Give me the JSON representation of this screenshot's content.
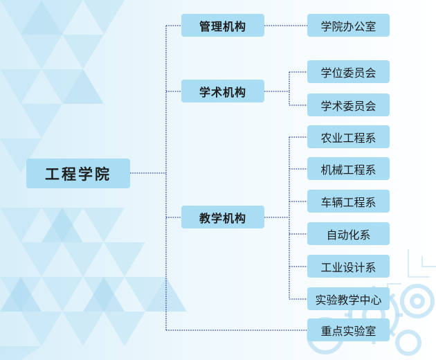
{
  "colors": {
    "box_fill": "#a9ddf3",
    "text": "#1d1d1d",
    "line": "#2b3f9e"
  },
  "root": {
    "label": "工程学院"
  },
  "categories": [
    {
      "label": "管理机构",
      "children": [
        "学院办公室"
      ]
    },
    {
      "label": "学术机构",
      "children": [
        "学位委员会",
        "学术委员会"
      ]
    },
    {
      "label": "教学机构",
      "children": [
        "农业工程系",
        "机械工程系",
        "车辆工程系",
        "自动化系",
        "工业设计系",
        "实验教学中心"
      ]
    }
  ],
  "direct_child": {
    "label": "重点实验室"
  }
}
